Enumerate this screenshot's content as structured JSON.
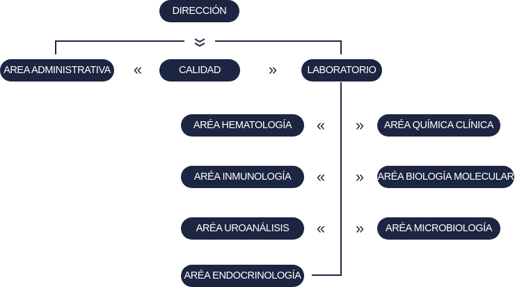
{
  "colors": {
    "node_fill": "#1c2541",
    "node_text": "#ffffff",
    "connector": "#1c2541"
  },
  "nodes": {
    "direccion": "DIRECCIÓN",
    "area_administrativa": "AREA ADMINISTRATIVA",
    "calidad": "CALIDAD",
    "laboratorio": "LABORATORIO",
    "hematologia": "ARÉA HEMATOLOGÍA",
    "inmunologia": "ARÉA INMUNOLOGÍA",
    "uroanalisis": "ARÉA UROANÁLISIS",
    "endocrinologia": "ARÉA ENDOCRINOLOGÍA",
    "quimica_clinica": "ARÉA QUÍMICA CLÍNICA",
    "biologia_molecular": "ARÉA BIOLOGÍA MOLECULAR",
    "microbiologia": "ARÉA MICROBIOLOGÍA"
  },
  "arrows": {
    "left": "«",
    "right": "»"
  },
  "icons": {
    "branch_marker": "double-chevron-down-icon"
  }
}
